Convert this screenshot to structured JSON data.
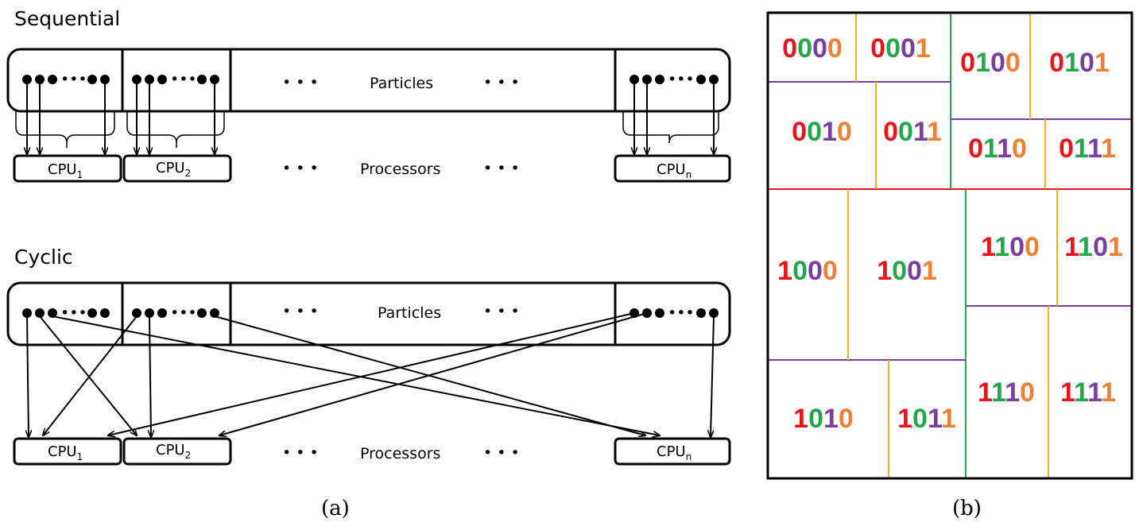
{
  "panel_a": {
    "sequential_title": "Sequential",
    "cyclic_title": "Cyclic",
    "particles_label": "Particles",
    "processors_label": "Processors",
    "ellipsis": "• • •",
    "dots_ellipsis": "•••",
    "cpu_prefix": "CPU",
    "cpu_subscripts": [
      "1",
      "2",
      "n"
    ],
    "caption": "(a)"
  },
  "panel_b": {
    "caption": "(b)",
    "bit_colors": [
      "#e8131b",
      "#22a84a",
      "#7a3ea0",
      "#ee8035"
    ],
    "codes": [
      "0000",
      "0001",
      "0100",
      "0101",
      "0010",
      "0011",
      "0110",
      "0111",
      "1000",
      "1001",
      "1100",
      "1101",
      "1010",
      "1011",
      "1110",
      "1111"
    ],
    "line_colors": {
      "red": "#e8131b",
      "green": "#22a84a",
      "purple": "#7a3ea0",
      "orange": "#f2b418"
    }
  }
}
